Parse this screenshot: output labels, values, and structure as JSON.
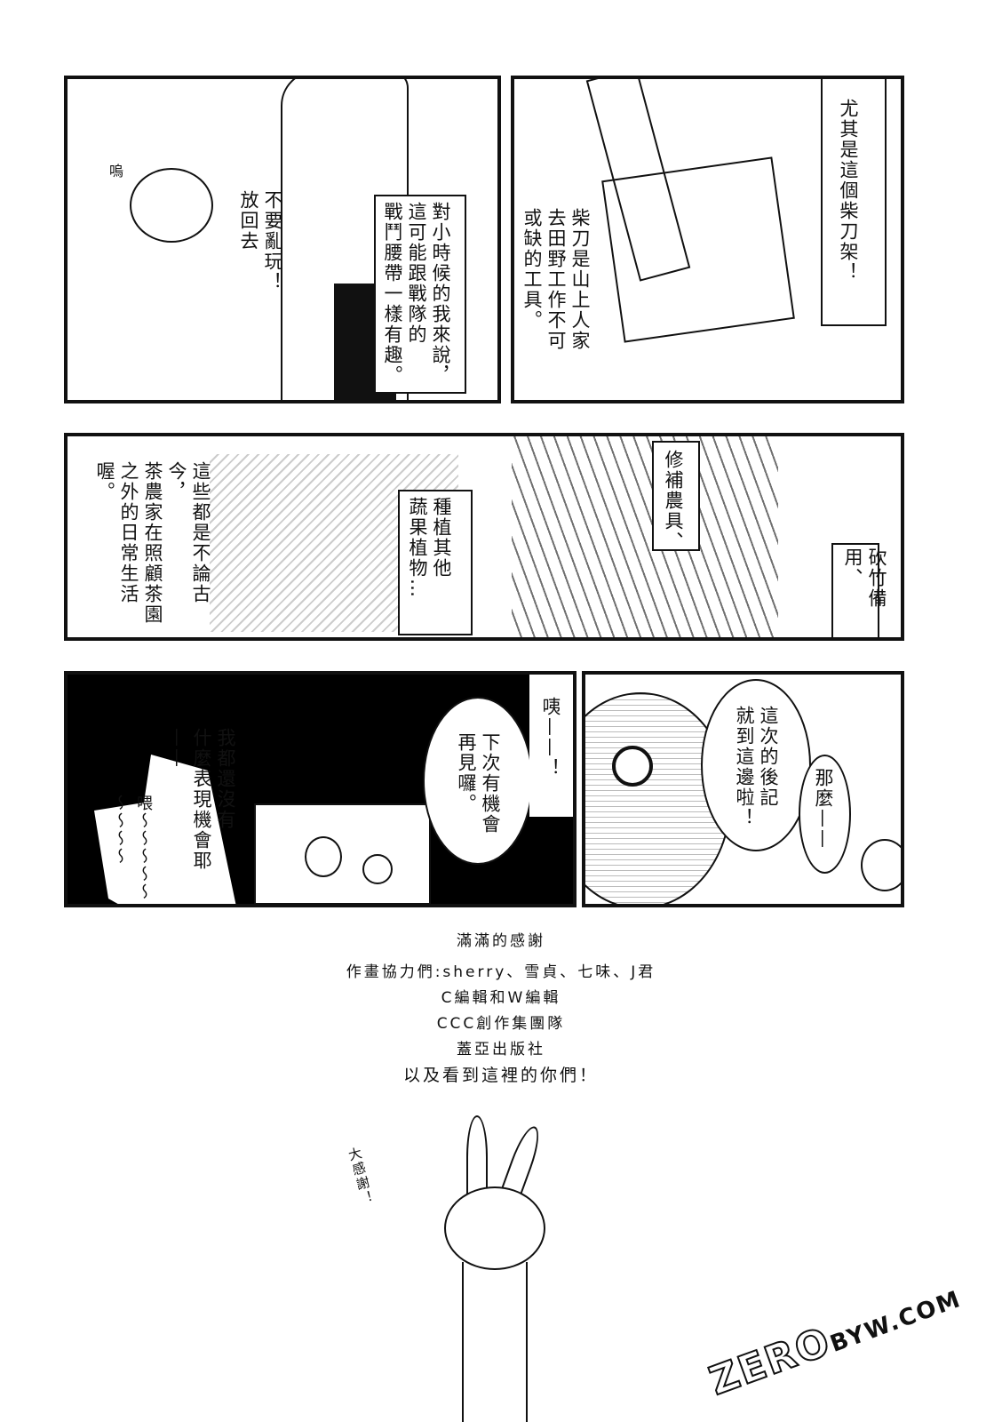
{
  "panel1": {
    "sfx": "嗚",
    "bubble_rabbit": "不要亂玩！\n放回去",
    "narration": "對小時候的我來說，\n這可能跟戰隊的\n戰鬥腰帶一樣有趣。"
  },
  "panel2": {
    "caption_top": "尤其是這個柴刀架！",
    "narration": "柴刀是山上人家\n去田野工作不可\n或缺的工具。"
  },
  "panel3": {
    "narration_left": "這些都是不論古今，\n茶農家在照顧茶園\n之外的日常生活喔。",
    "caption_plants": "種植其他\n蔬果植物…",
    "caption_repair": "修補農具、",
    "caption_bamboo": "砍竹備用、"
  },
  "panel4": {
    "bubble_complain": "我都還沒有\n什麼表現機會耶——",
    "bubble_hey": "喂～～～～～～～～～",
    "bubble_bye": "下次有機會\n再見囉。",
    "bubble_eh": "咦——！"
  },
  "panel5": {
    "bubble_end": "這次的後記\n就到這邊啦！",
    "bubble_well": "那麼——"
  },
  "credits": {
    "title": "滿滿的感謝",
    "lines": [
      "作畫協力們:sherry、雪貞、七味、J君",
      "C編輯和W編輯",
      "CCC創作集團隊",
      "蓋亞出版社",
      "以及看到這裡的你們！"
    ],
    "thanks_sfx": "大感謝！"
  },
  "watermark": {
    "main": "ZERO",
    "sub": "BYW.COM"
  }
}
